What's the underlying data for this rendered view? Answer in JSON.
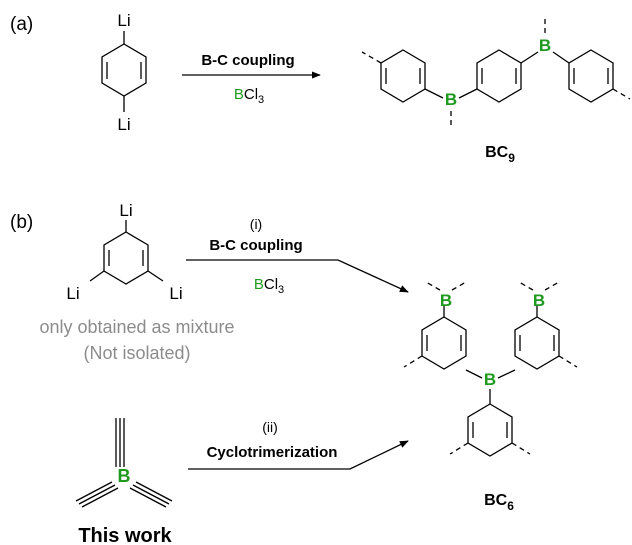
{
  "colors": {
    "boron": "#1f9a1f",
    "muted_text": "#8c8c8c",
    "lines": "#000000"
  },
  "panel_a": {
    "label": "(a)",
    "reactant": {
      "sub_top": "Li",
      "sub_bottom": "Li"
    },
    "arrow_top": "B-C coupling",
    "reagent": {
      "b": "B",
      "rest": "Cl",
      "sub": "3"
    },
    "product": {
      "boron_1": "B",
      "boron_2": "B",
      "name": "BC",
      "name_sub": "9"
    }
  },
  "panel_b": {
    "label": "(b)",
    "reactant_1": {
      "sub_top": "Li",
      "sub_left": "Li",
      "sub_right": "Li",
      "note_line1": "only obtained as mixture",
      "note_line2": "(Not isolated)"
    },
    "route_1": {
      "step": "(i)",
      "arrow_top": "B-C coupling",
      "reagent": {
        "b": "B",
        "rest": "Cl",
        "sub": "3"
      }
    },
    "reactant_2": {
      "center": "B",
      "caption": "This work"
    },
    "route_2": {
      "step": "(ii)",
      "arrow_top": "Cyclotrimerization"
    },
    "product": {
      "boron_center": "B",
      "boron_left": "B",
      "boron_right": "B",
      "name": "BC",
      "name_sub": "6"
    }
  }
}
